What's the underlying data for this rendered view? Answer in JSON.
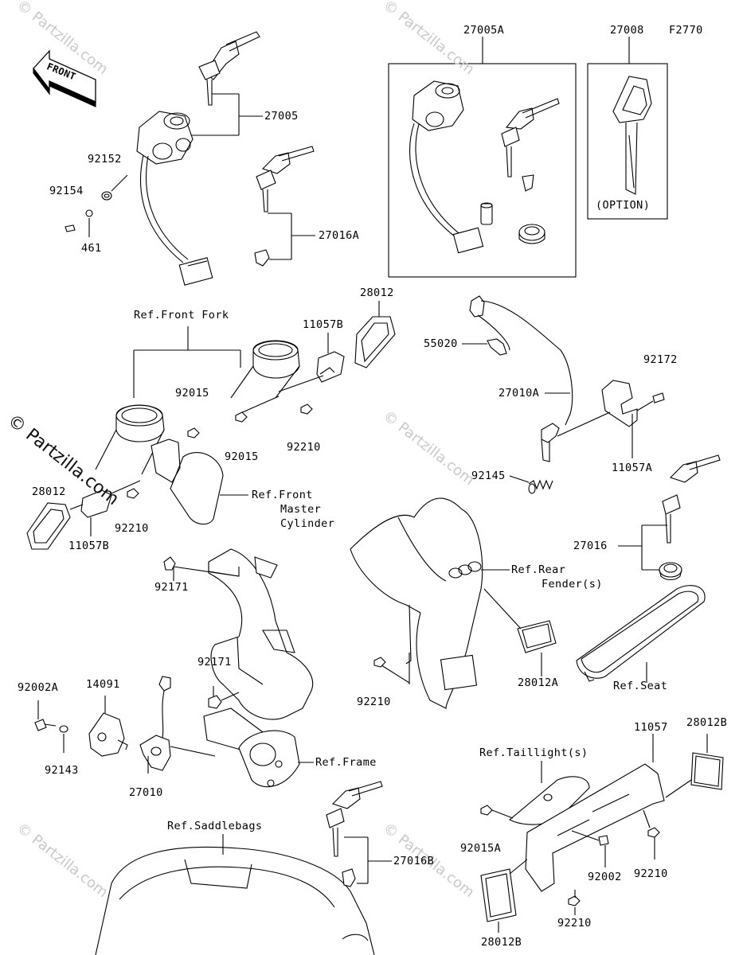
{
  "diagram_code": "F2770",
  "front_arrow": "FRONT",
  "watermark": "© Partzilla.com",
  "parts": [
    {
      "id": "p27005A",
      "text": "27005A"
    },
    {
      "id": "p27008",
      "text": "27008"
    },
    {
      "id": "p27005",
      "text": "27005"
    },
    {
      "id": "p92152",
      "text": "92152"
    },
    {
      "id": "p92154",
      "text": "92154"
    },
    {
      "id": "p461",
      "text": "461"
    },
    {
      "id": "p27016A",
      "text": "27016A"
    },
    {
      "id": "p28012a",
      "text": "28012"
    },
    {
      "id": "p11057B_a",
      "text": "11057B"
    },
    {
      "id": "p55020",
      "text": "55020"
    },
    {
      "id": "p92172",
      "text": "92172"
    },
    {
      "id": "p27010A",
      "text": "27010A"
    },
    {
      "id": "p92015_a",
      "text": "92015"
    },
    {
      "id": "p92015_b",
      "text": "92015"
    },
    {
      "id": "p92210_a",
      "text": "92210"
    },
    {
      "id": "p28012b",
      "text": "28012"
    },
    {
      "id": "p92210_b",
      "text": "92210"
    },
    {
      "id": "p11057B_b",
      "text": "11057B"
    },
    {
      "id": "p92145",
      "text": "92145"
    },
    {
      "id": "p11057A",
      "text": "11057A"
    },
    {
      "id": "p27016",
      "text": "27016"
    },
    {
      "id": "p92171_a",
      "text": "92171"
    },
    {
      "id": "p92171_b",
      "text": "92171"
    },
    {
      "id": "p28012A",
      "text": "28012A"
    },
    {
      "id": "p92210_c",
      "text": "92210"
    },
    {
      "id": "p92002A",
      "text": "92002A"
    },
    {
      "id": "p14091",
      "text": "14091"
    },
    {
      "id": "p92143",
      "text": "92143"
    },
    {
      "id": "p27010",
      "text": "27010"
    },
    {
      "id": "p11057",
      "text": "11057"
    },
    {
      "id": "p28012B_a",
      "text": "28012B"
    },
    {
      "id": "p92015A",
      "text": "92015A"
    },
    {
      "id": "p92002",
      "text": "92002"
    },
    {
      "id": "p92210_d",
      "text": "92210"
    },
    {
      "id": "p27016B",
      "text": "27016B"
    },
    {
      "id": "p28012B_b",
      "text": "28012B"
    },
    {
      "id": "p92210_e",
      "text": "92210"
    }
  ],
  "refs": [
    {
      "id": "option",
      "text": "(OPTION)"
    },
    {
      "id": "ref_front_fork",
      "text": "Ref.Front Fork"
    },
    {
      "id": "ref_fmc1",
      "text": "Ref.Front"
    },
    {
      "id": "ref_fmc2",
      "text": "Master"
    },
    {
      "id": "ref_fmc3",
      "text": "Cylinder"
    },
    {
      "id": "ref_rf1",
      "text": "Ref.Rear"
    },
    {
      "id": "ref_rf2",
      "text": "Fender(s)"
    },
    {
      "id": "ref_seat",
      "text": "Ref.Seat"
    },
    {
      "id": "ref_frame",
      "text": "Ref.Frame"
    },
    {
      "id": "ref_taillight",
      "text": "Ref.Taillight(s)"
    },
    {
      "id": "ref_saddlebags",
      "text": "Ref.Saddlebags"
    }
  ]
}
